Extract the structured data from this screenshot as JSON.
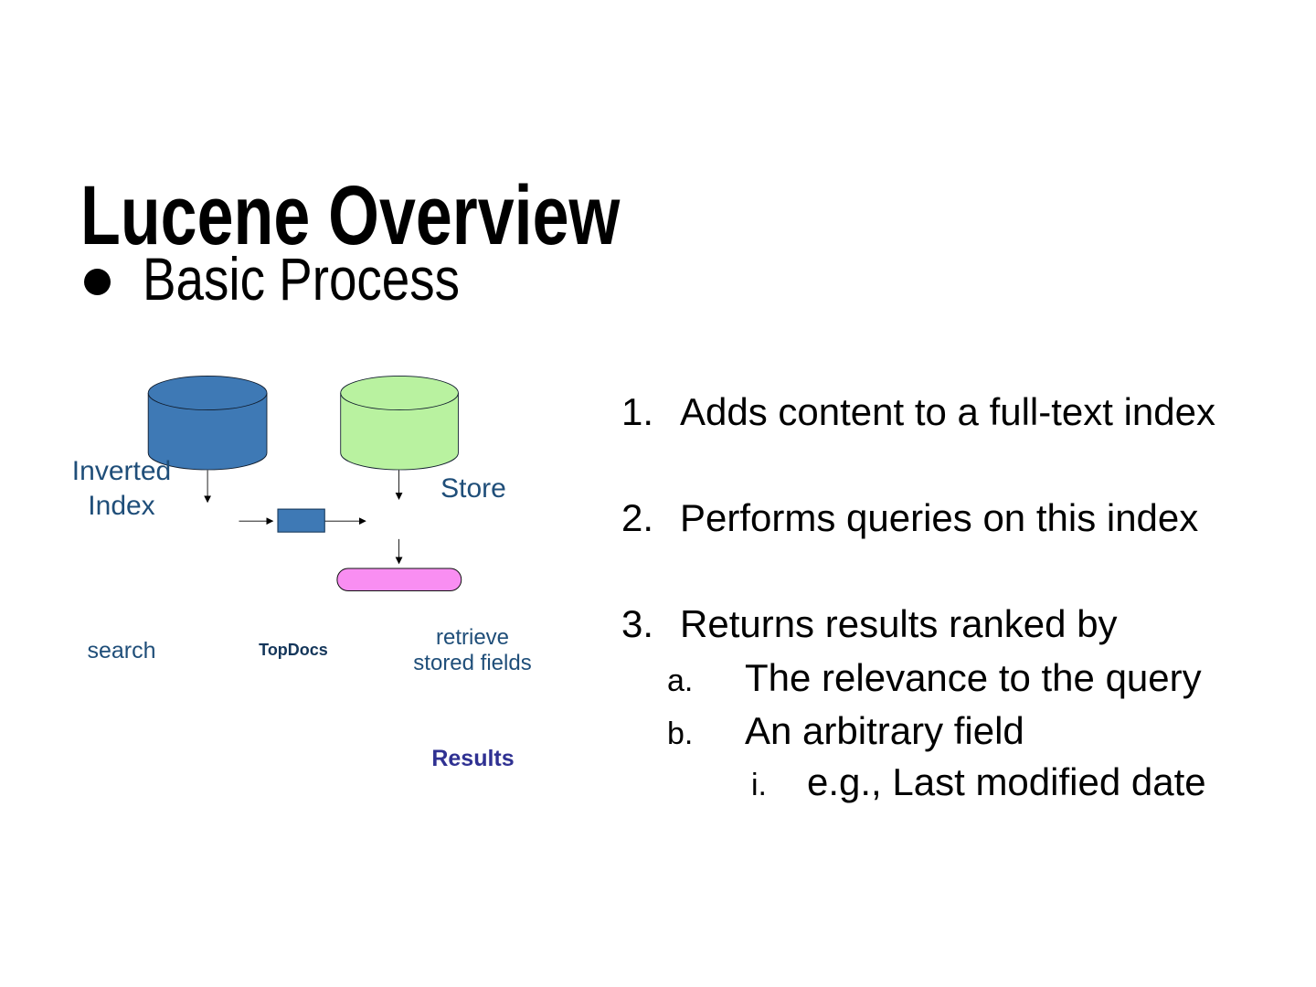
{
  "slide": {
    "title": "Lucene Overview",
    "bullet": "Basic Process"
  },
  "diagram": {
    "inverted_index_line1": "Inverted",
    "inverted_index_line2": "Index",
    "store_label": "Store",
    "search_label": "search",
    "topdocs_label": "TopDocs",
    "retrieve_line1": "retrieve",
    "retrieve_line2": "stored fields",
    "results_label": "Results",
    "colors": {
      "index_cylinder_fill": "#3e79b5",
      "store_cylinder_fill": "#b9f2a0",
      "topdocs_box_fill": "#3e79b5",
      "results_pill_fill": "#f98ef2",
      "diagram_label_blue": "#1f4e79",
      "results_text_color": "#2f3192"
    }
  },
  "list": {
    "items": [
      {
        "marker": "1.",
        "text": "Adds content to a full-text index"
      },
      {
        "marker": "2.",
        "text": "Performs queries on this index"
      },
      {
        "marker": "3.",
        "text": "Returns results ranked by"
      }
    ],
    "sub_items": [
      {
        "marker": "a.",
        "text": "The relevance to the query"
      },
      {
        "marker": "b.",
        "text": "An arbitrary field"
      }
    ],
    "sub_sub_items": [
      {
        "marker": "i.",
        "text": "e.g., Last modified date"
      }
    ]
  }
}
